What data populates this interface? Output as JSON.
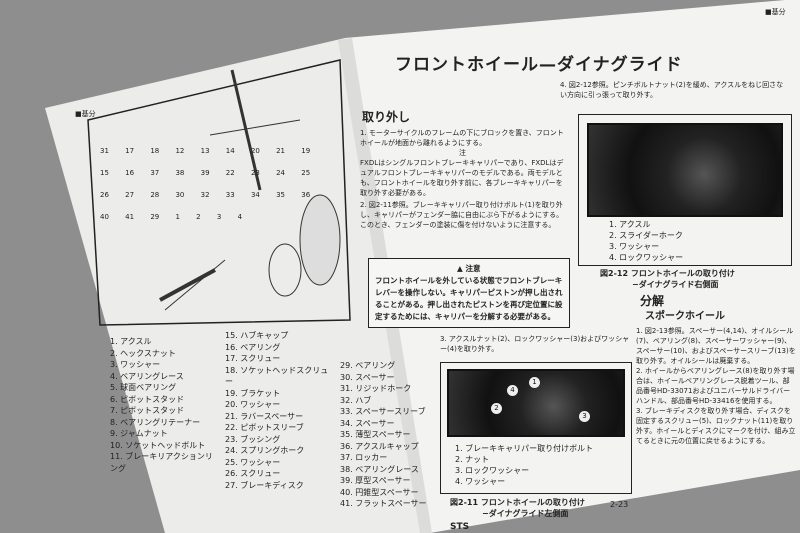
{
  "left_page": {
    "header_tag": "■基分",
    "parts_col1": [
      "1. アクスル",
      "2. ヘックスナット",
      "3. ワッシャー",
      "4. ベアリングレース",
      "5. 球面ベアリング",
      "6. ピボットスタッド",
      "7. ピボットスタッド",
      "8. ベアリングリテーナー",
      "9. ジャムナット",
      "10. ソケットヘッドボルト",
      "11. ブレーキリアクションリング"
    ],
    "parts_col2": [
      "15. ハブキャップ",
      "16. ベアリング",
      "17. スクリュー",
      "18. ソケットヘッドスクリュー",
      "19. ブラケット",
      "20. ワッシャー",
      "21. ラバースペーサー",
      "22. ピボットスリーブ",
      "23. ブッシング",
      "24. スプリングホーク",
      "25. ワッシャー",
      "26. スクリュー",
      "27. ブレーキディスク"
    ],
    "parts_col3": [
      "29. ベアリング",
      "30. スペーサー",
      "31. リジッドホーク",
      "32. ハブ",
      "33. スペーサースリーブ",
      "34. スペーサー",
      "35. 薄型スペーサー",
      "36. アクスルキャップ",
      "37. ロッカー",
      "38. ベアリングレース",
      "39. 厚型スペーサー",
      "40. 円錐型スペーサー",
      "41. フラットスペーサー"
    ],
    "diagram_labels": [
      "31",
      "17",
      "18",
      "12",
      "13",
      "14",
      "20",
      "21",
      "19",
      "15",
      "16",
      "37",
      "38",
      "39",
      "22",
      "23",
      "24",
      "25",
      "26",
      "27",
      "28",
      "30",
      "32",
      "33",
      "34",
      "35",
      "36",
      "40",
      "41",
      "29",
      "1",
      "2",
      "3",
      "4"
    ],
    "footer_fragment": "STS"
  },
  "right_page": {
    "header_tag": "■基分",
    "title": "フロントホイール—ダイナグライド",
    "section_removal": "取り外し",
    "step1": "1. モーターサイクルのフレームの下にブロックを置き、フロントホイールが地面から離れるようにする。",
    "note_label": "注",
    "note_text": [
      "FXDLはシングルフロントブレーキキャリパーであり、FXDL",
      "はデュアルフロントブレーキキャリパーのモデルである。両",
      "モデルとも、フロントホイールを取り外す前に、各ブレーキ",
      "キャリパーを取り外す必要がある。"
    ],
    "step2": [
      "2. 図2-11参照。ブレーキキャリパー取り付けボルト(1)を取",
      "り外し、キャリパーがフェンダー脇に自由にぶら下がる",
      "ようにする。このとき、フェンダーの塗装に傷を付けな",
      "いように注意する。"
    ],
    "caution_label": "注意",
    "caution_text": [
      "フロントホイールを外している状態でフロントブレーキ",
      "レバーを操作しない。キャリパーピストンが押し出され",
      "ることがある。押し出されたピストンを再び定位置に設",
      "定するためには、キャリパーを分解する必要がある。"
    ],
    "step3": [
      "3. アクスルナット(2)、ロックワッシャー(3)およびワッ",
      "シャー(4)を取り外す。"
    ],
    "step4": [
      "4. 図2-12参照。ピンチボルトナット(2)を緩め、アクスルを",
      "ねじ回さない方向に引っ張って取り外す。"
    ],
    "fig12_items": [
      "1. アクスル",
      "2. スライダーホーク",
      "3. ワッシャー",
      "4. ロックワッシャー"
    ],
    "fig12_caption": [
      "図2-12",
      "フロントホイールの取り付け",
      "−ダイナグライド右側面"
    ],
    "fig11_items": [
      "1. ブレーキキャリパー取り付けボルト",
      "2. ナット",
      "3. ロックワッシャー",
      "4. ワッシャー"
    ],
    "fig11_callouts": [
      "1",
      "2",
      "3",
      "4"
    ],
    "fig11_caption": [
      "図2-11",
      "フロントホイールの取り付け",
      "−ダイナグライド左側面"
    ],
    "section_disassembly": "分解",
    "subsection": "スポークホイール",
    "dis_steps": [
      "1. 図2-13参照。スペーサー(4,14)、オイルシール(7)、ベ",
      "アリング(8)、スペーサーワッシャー(9)、スペーサー(10)、",
      "およびスペーサースリーブ(13)を取り外す。オイルシー",
      "ルは廃棄する。",
      "2. ホイールからベアリングレース(8)を取り外す場合は、",
      "ホイールベアリングレース脱着ツール、部品番号HD-",
      "33071およびユニバーサルドライバーハンドル、部品番",
      "号HD-33416を使用する。",
      "3. ブレーキディスクを取り外す場合、ディスクを固定する",
      "スクリュー(5)、ロックナット(11)を取り外す。ホイール",
      "とディスクにマークを付け、組み立てるときに元の位置",
      "に戻せるようにする。"
    ],
    "page_number": "2-23"
  },
  "colors": {
    "background": "#8e8e8e",
    "page": "#f4f4f2",
    "ink": "#222222"
  }
}
